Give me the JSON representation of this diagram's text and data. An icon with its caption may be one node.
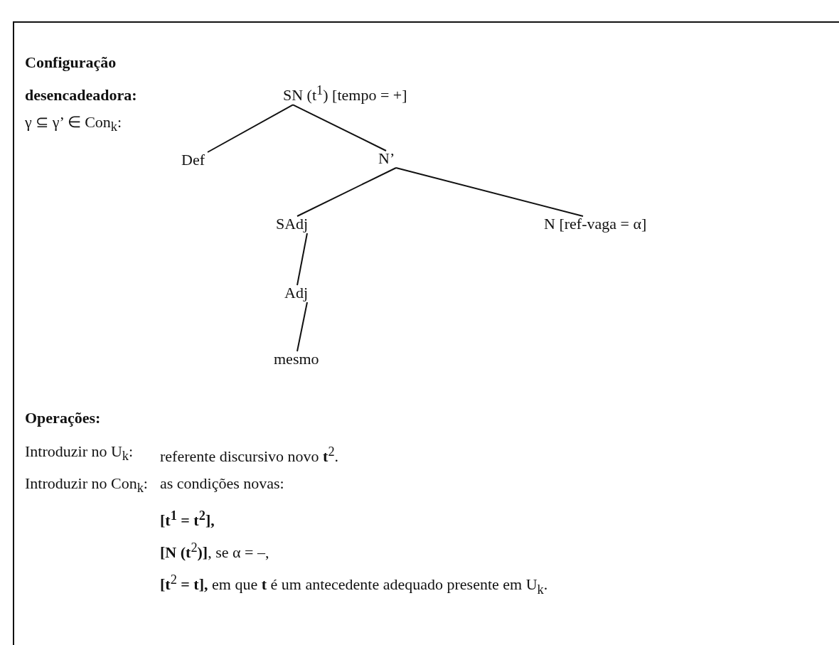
{
  "diagram": {
    "nodes": [
      {
        "text": [
          "SN (t$^{1}$) [tempo = +]"
        ]
      },
      {
        "text": [
          "Def"
        ]
      },
      {
        "text": [
          "N’"
        ]
      },
      {
        "text": [
          "SAdj"
        ]
      },
      {
        "text": [
          "N [ref-vaga = α]"
        ]
      },
      {
        "text": [
          "Adj"
        ]
      },
      {
        "text": [
          "mesmo"
        ]
      }
    ],
    "edges": [
      {
        "from": 0,
        "to": 1,
        "arrow": "none"
      },
      {
        "from": 0,
        "to": 2,
        "arrow": "none"
      },
      {
        "from": 2,
        "to": 3,
        "arrow": "none"
      },
      {
        "from": 2,
        "to": 4,
        "arrow": "none"
      },
      {
        "from": 3,
        "to": 5,
        "arrow": "none"
      },
      {
        "from": 5,
        "to": 6,
        "arrow": "none"
      }
    ],
    "labels": [
      "Configuração desencadeadora:",
      "γ ⊆ γ’ ∈ Con$_{k}$:",
      "Operações:",
      "Introduzir no U$_{k}$:",
      "referente discursivo novo **t**$^{2}$.",
      "Introduzir no Con$_{k}$:",
      "as condições novas:",
      "[t$^{1}$ = t$^{2}$],",
      "**[N (t**$^{2}$**)]**, se α = –,",
      "**[t**$^{2}$ **= t],** em que **t** é um antecedente adequado presente em U$_{k}$."
    ]
  }
}
